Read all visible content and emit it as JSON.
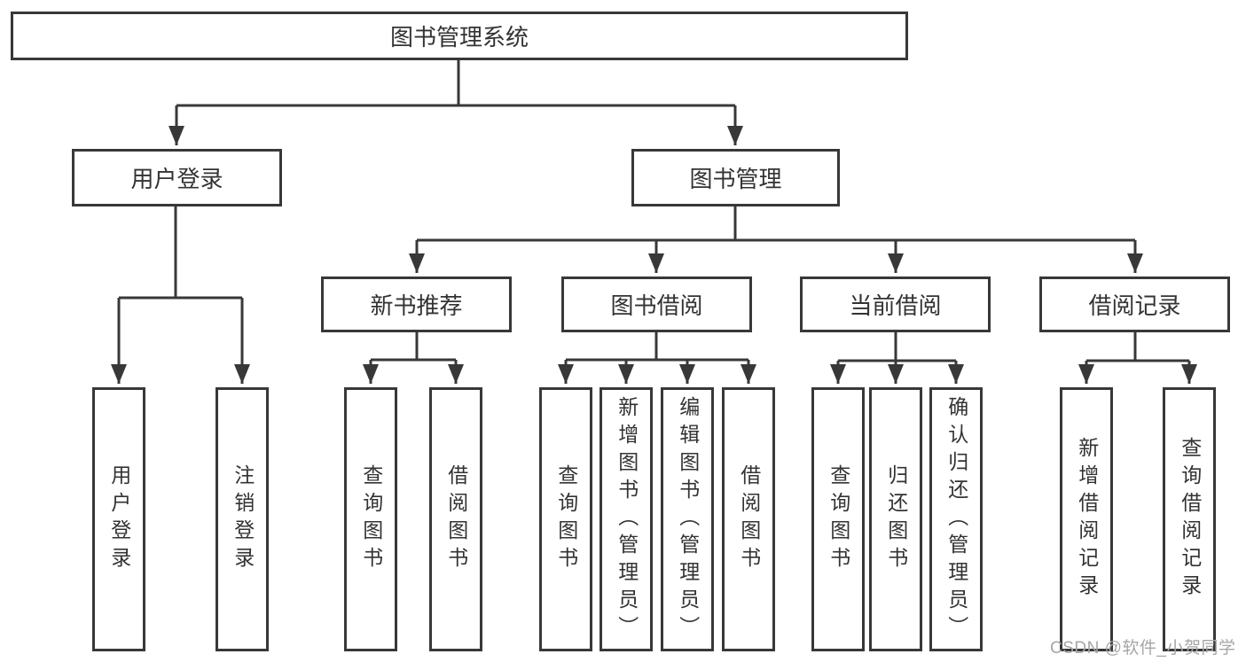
{
  "diagram": {
    "root": {
      "label": "图书管理系统"
    },
    "branches": [
      {
        "label": "用户登录",
        "children": [
          {
            "label": "用户登录"
          },
          {
            "label": "注销登录"
          }
        ]
      },
      {
        "label": "图书管理",
        "children": [
          {
            "label": "新书推荐",
            "children": [
              {
                "label": "查询图书"
              },
              {
                "label": "借阅图书"
              }
            ]
          },
          {
            "label": "图书借阅",
            "children": [
              {
                "label": "查询图书"
              },
              {
                "label": "新增图书（管理员）"
              },
              {
                "label": "编辑图书（管理员）"
              },
              {
                "label": "借阅图书"
              }
            ]
          },
          {
            "label": "当前借阅",
            "children": [
              {
                "label": "查询图书"
              },
              {
                "label": "归还图书"
              },
              {
                "label": "确认归还（管理员）"
              }
            ]
          },
          {
            "label": "借阅记录",
            "children": [
              {
                "label": "新增借阅记录"
              },
              {
                "label": "查询借阅记录"
              }
            ]
          }
        ]
      }
    ]
  },
  "watermark": {
    "text": "CSDN @软件_小贺同学"
  },
  "colors": {
    "line": "#383838",
    "box_border": "#383838",
    "box_fill": "#ffffff",
    "text": "#333333",
    "watermark": "#a6a6a6",
    "background": "#ffffff"
  }
}
